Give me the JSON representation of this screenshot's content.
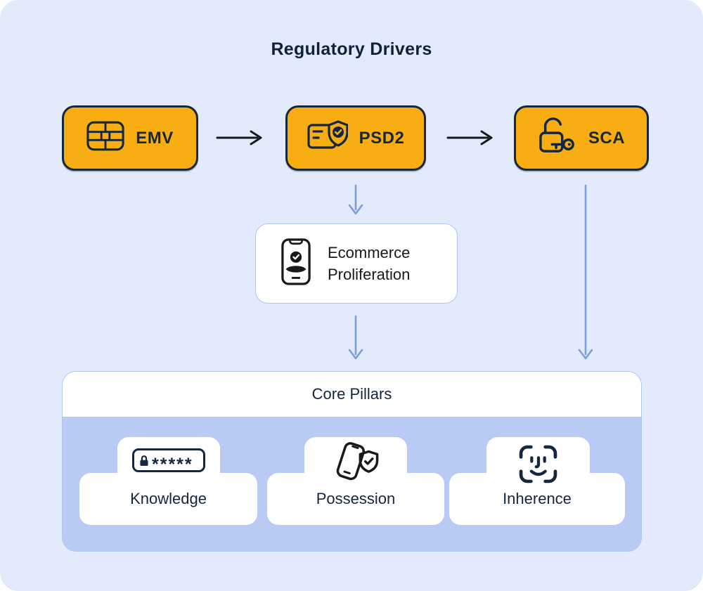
{
  "title": "Regulatory Drivers",
  "drivers": {
    "items": [
      {
        "label": "EMV",
        "icon": "chip-card-icon"
      },
      {
        "label": "PSD2",
        "icon": "card-shield-check-icon"
      },
      {
        "label": "SCA",
        "icon": "open-padlock-key-icon"
      }
    ]
  },
  "ecommerce": {
    "line1": "Ecommerce",
    "line2": "Proliferation",
    "icon": "phone-user-check-icon"
  },
  "core_pillars": {
    "title": "Core Pillars",
    "pillars": [
      {
        "label": "Knowledge",
        "icon": "password-field-icon",
        "masked_value": "*****"
      },
      {
        "label": "Possession",
        "icon": "phone-shield-check-icon"
      },
      {
        "label": "Inherence",
        "icon": "face-id-icon"
      }
    ]
  },
  "colors": {
    "canvas_bg": "#E3EAFB",
    "driver_fill": "#F8AD13",
    "outline_navy": "#15273F",
    "text_navy": "#14263E",
    "text_dark": "#17191C",
    "arrow_dark": "#17191C",
    "arrow_blue": "#7D9ED8",
    "panel_blue": "#B9CBF4",
    "card_border": "#AFC7F0",
    "white": "#FFFFFF"
  }
}
